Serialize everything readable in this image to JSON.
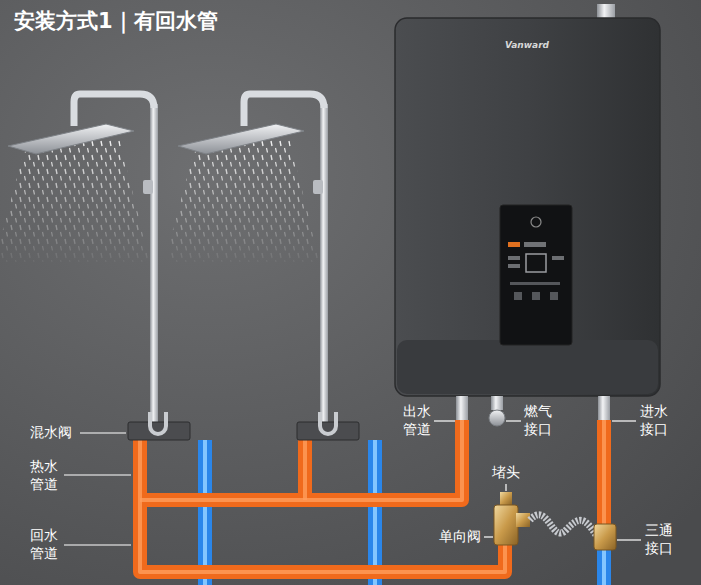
{
  "diagram": {
    "title": "安装方式1｜有回水管",
    "labels": [
      "Vanward",
      "混水阀",
      "热水 管道",
      "回水 管道",
      "出水 管道",
      "燃气 接口",
      "进水 接口",
      "堵头",
      "单向阀",
      "三通 接口"
    ]
  }
}
